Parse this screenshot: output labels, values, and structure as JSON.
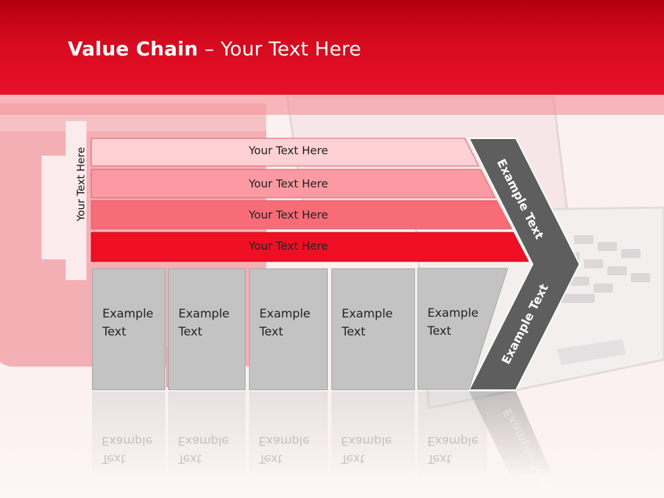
{
  "title": {
    "bold": "Value Chain",
    "rest": " – Your Text Here"
  },
  "side_label": "Your Text Here",
  "bars": [
    {
      "label": "Your Text Here",
      "color": "#ffd0d4"
    },
    {
      "label": "Your Text Here",
      "color": "#fb9aa2"
    },
    {
      "label": "Your Text Here",
      "color": "#f86c77"
    },
    {
      "label": "Your Text Here",
      "color": "#ee0f24"
    }
  ],
  "boxes": [
    {
      "line1": "Example",
      "line2": "Text"
    },
    {
      "line1": "Example",
      "line2": "Text"
    },
    {
      "line1": "Example",
      "line2": "Text"
    },
    {
      "line1": "Example",
      "line2": "Text"
    },
    {
      "line1": "Example",
      "line2": "Text"
    }
  ],
  "arrow": {
    "top_text": "Example Text",
    "bottom_text": "Example Text",
    "color": "#5e5e5e"
  },
  "colors": {
    "header": "#d60a1f",
    "box": "#c3c3c3"
  }
}
